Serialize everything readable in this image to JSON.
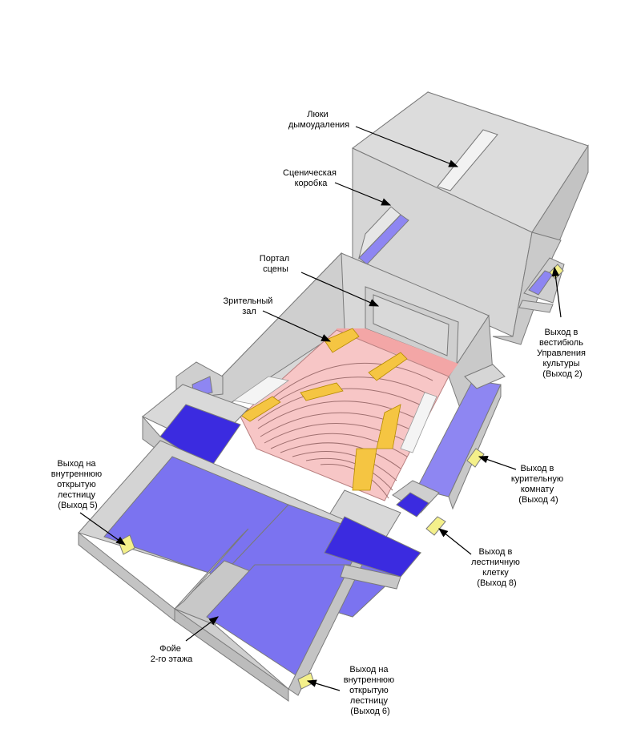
{
  "labels": {
    "smoke_hatches": [
      "Люки",
      "дымоудаления"
    ],
    "stage_box": [
      "Сценическая",
      "коробка"
    ],
    "stage_portal": [
      "Портал",
      "сцены"
    ],
    "auditorium": [
      "Зрительный",
      "зал"
    ],
    "exit2": [
      "Выход в",
      "вестибюль",
      "Управления",
      "культуры",
      "(Выход 2)"
    ],
    "exit5": [
      "Выход на",
      "внутреннюю",
      "открытую",
      "лестницу",
      "(Выход 5)"
    ],
    "exit4": [
      "Выход в",
      "курительную",
      "комнату",
      "(Выход 4)"
    ],
    "exit8": [
      "Выход в",
      "лестничную",
      "клетку",
      "(Выход 8)"
    ],
    "foyer": [
      "Фойе",
      "2-го этажа"
    ],
    "exit6": [
      "Выход на",
      "внутреннюю",
      "открытую",
      "лестницу",
      "(Выход 6)"
    ]
  },
  "colors": {
    "wall": "#d9d9d9",
    "wall_dark": "#c4c4c4",
    "floor": "#7b73f0",
    "floor_dark": "#3b2be0",
    "stage_floor": "#f3b3b3",
    "seats": "#f7c6c6",
    "aisles": "#f5c542",
    "exit_door": "#f4f08a"
  }
}
